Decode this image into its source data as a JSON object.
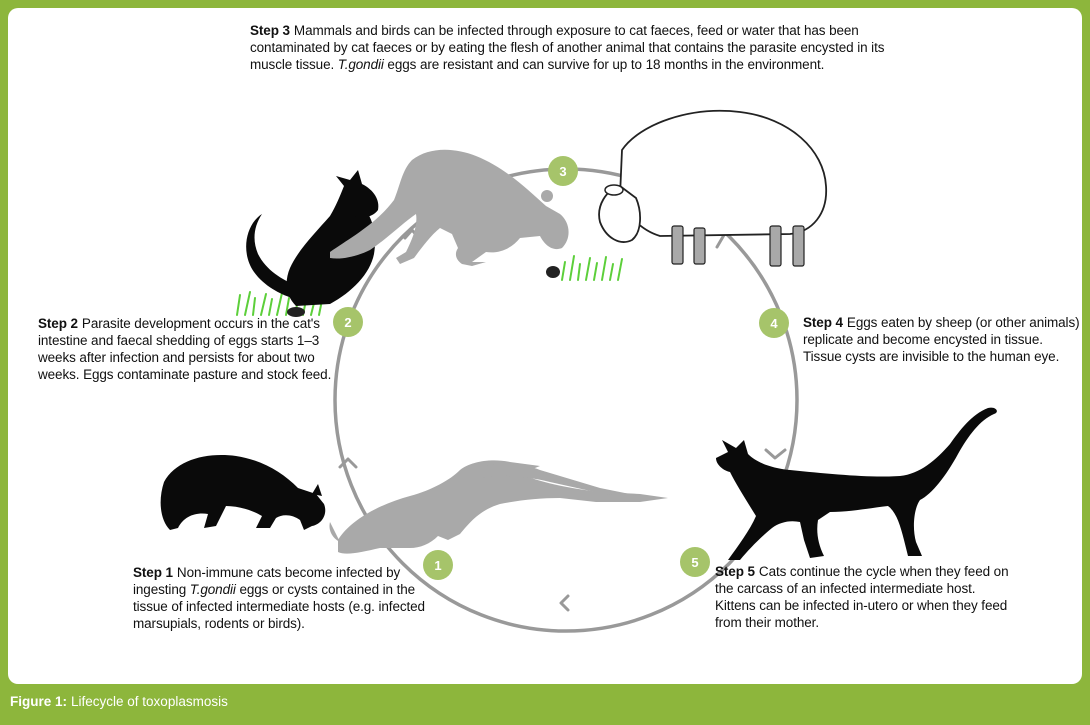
{
  "colors": {
    "frame_green": "#8db63c",
    "marker_green": "#a6c46a",
    "cycle_gray": "#999999",
    "animal_gray": "#a9a9a9",
    "animal_black": "#0a0a0a",
    "grass_green": "#5ccf3a"
  },
  "steps": [
    {
      "number": "1",
      "label": "Step 1",
      "text_a": "Non-immune cats become infected by ingesting ",
      "text_em": "T.gondii",
      "text_b": " eggs or cysts contained in the tissue of infected intermediate hosts (e.g. infected marsupials, rodents or birds)."
    },
    {
      "number": "2",
      "label": "Step 2",
      "text": "Parasite development occurs in the cat's intestine and faecal shedding of eggs starts 1–3 weeks after infection and persists for about two weeks. Eggs contaminate pasture and stock feed."
    },
    {
      "number": "3",
      "label": "Step 3",
      "text_a": "Mammals and birds can be infected through exposure to cat faeces, feed or water that has been contaminated by cat faeces or by eating the flesh of another animal that contains the parasite encysted in its muscle tissue. ",
      "text_em": "T.gondii",
      "text_b": " eggs are resistant and can survive for up to 18 months in the environment."
    },
    {
      "number": "4",
      "label": "Step 4",
      "text": "Eggs eaten by sheep (or other animals) replicate and become encysted in tissue. Tissue cysts are invisible to the human eye."
    },
    {
      "number": "5",
      "label": "Step 5",
      "text": "Cats continue the cycle when they feed on the carcass of an infected intermediate host. Kittens can be infected in-utero or when they feed from their mother."
    }
  ],
  "caption": {
    "label": "Figure 1:",
    "text": "Lifecycle of toxoplasmosis"
  }
}
